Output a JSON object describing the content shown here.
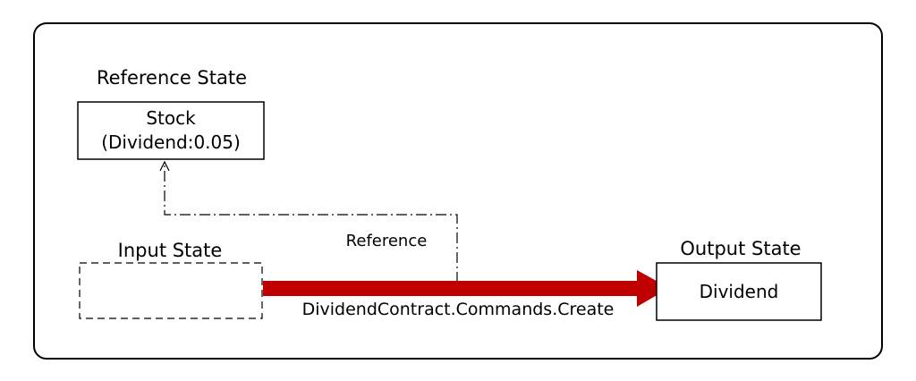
{
  "diagram": {
    "reference_state": {
      "title": "Reference State",
      "line1": "Stock",
      "line2": "(Dividend:0.05)"
    },
    "input_state": {
      "title": "Input State"
    },
    "output_state": {
      "title": "Output State",
      "label": "Dividend"
    },
    "reference_link": {
      "label": "Reference"
    },
    "command": {
      "label": "DividendContract.Commands.Create"
    }
  },
  "colors": {
    "command_arrow": "#c00000",
    "stroke": "#000000"
  }
}
